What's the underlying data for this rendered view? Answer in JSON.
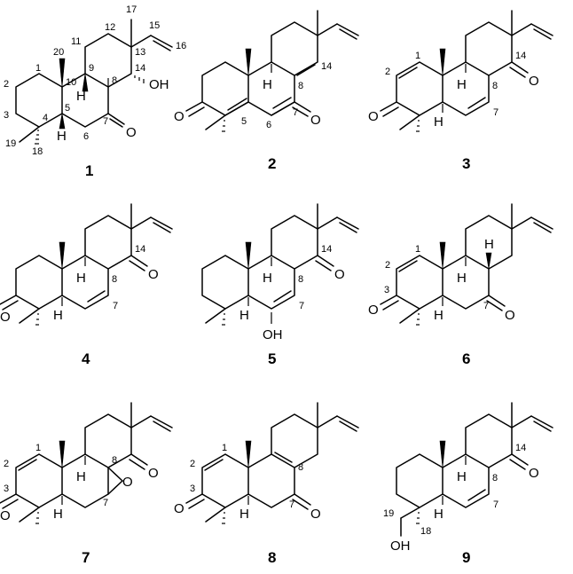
{
  "compounds": [
    {
      "id": "1",
      "atoms": [
        "H",
        "H",
        "O",
        "OH"
      ],
      "numbers": [
        "1",
        "2",
        "3",
        "4",
        "5",
        "6",
        "7",
        "8",
        "9",
        "10",
        "11",
        "12",
        "13",
        "14",
        "15",
        "16",
        "17",
        "18",
        "19",
        "20"
      ]
    },
    {
      "id": "2",
      "atoms": [
        "H",
        "O",
        "O"
      ],
      "numbers": [
        "5",
        "6",
        "7",
        "8",
        "14"
      ]
    },
    {
      "id": "3",
      "atoms": [
        "H",
        "H",
        "O",
        "O"
      ],
      "numbers": [
        "1",
        "2",
        "7",
        "8",
        "14"
      ]
    },
    {
      "id": "4",
      "atoms": [
        "H",
        "H",
        "O",
        "O"
      ],
      "numbers": [
        "7",
        "8",
        "14"
      ]
    },
    {
      "id": "5",
      "atoms": [
        "H",
        "H",
        "OH",
        "O"
      ],
      "numbers": [
        "7",
        "8",
        "14"
      ]
    },
    {
      "id": "6",
      "atoms": [
        "H",
        "H",
        "H",
        "O",
        "O"
      ],
      "numbers": [
        "1",
        "2",
        "3",
        "7"
      ]
    },
    {
      "id": "7",
      "atoms": [
        "H",
        "H",
        "O",
        "O",
        "O"
      ],
      "numbers": [
        "1",
        "2",
        "3",
        "7",
        "8"
      ]
    },
    {
      "id": "8",
      "atoms": [
        "H",
        "O",
        "O"
      ],
      "numbers": [
        "1",
        "2",
        "3",
        "7",
        "8"
      ]
    },
    {
      "id": "9",
      "atoms": [
        "H",
        "H",
        "OH",
        "O"
      ],
      "numbers": [
        "7",
        "8",
        "14",
        "18",
        "19"
      ]
    }
  ]
}
